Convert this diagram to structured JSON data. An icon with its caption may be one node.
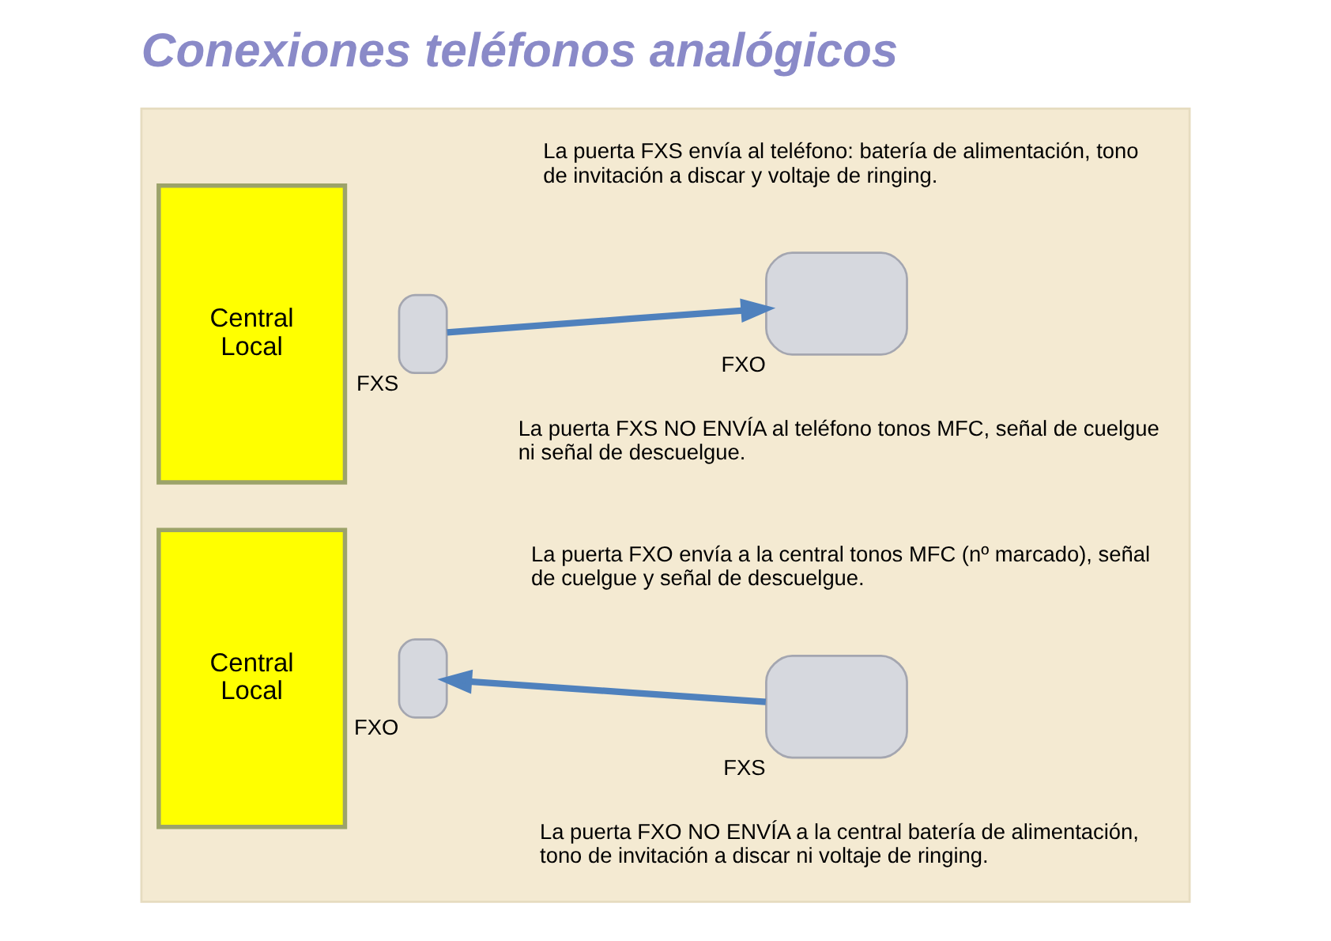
{
  "diagram": {
    "title": "Conexiones teléfonos analógicos",
    "nodes": [
      {
        "text": [],
        "shape": "box"
      },
      {
        "text": [
          "Central Local"
        ],
        "in": 0
      },
      {
        "text": [],
        "shape": "box",
        "beside": [
          "FXS"
        ],
        "in": 0
      },
      {
        "text": [],
        "shape": "box",
        "beside": [
          "FXO"
        ],
        "in": 0
      },
      {
        "text": [
          "Central Local"
        ],
        "in": 0
      },
      {
        "text": [],
        "shape": "box",
        "beside": [
          "FXO"
        ],
        "in": 0
      },
      {
        "text": [],
        "shape": "box",
        "beside": [
          "FXS"
        ],
        "in": 0
      }
    ],
    "edges": [
      {
        "from": 2,
        "to": 3,
        "arrow": "to"
      },
      {
        "from": 6,
        "to": 5,
        "arrow": "to"
      }
    ],
    "labels": [
      "La puerta FXS envía al teléfono: batería de alimentación, tono de invitación a discar y voltaje de ringing.",
      "La puerta FXS NO ENVÍA al teléfono tonos MFC, señal de cuelgue ni señal de descuelgue.",
      "La puerta FXO envía a la central tonos MFC (nº marcado), señal de cuelgue y señal de descuelgue.",
      "La puerta FXO NO ENVÍA a la central batería de alimentación, tono de invitación a discar ni voltaje de ringing."
    ]
  }
}
